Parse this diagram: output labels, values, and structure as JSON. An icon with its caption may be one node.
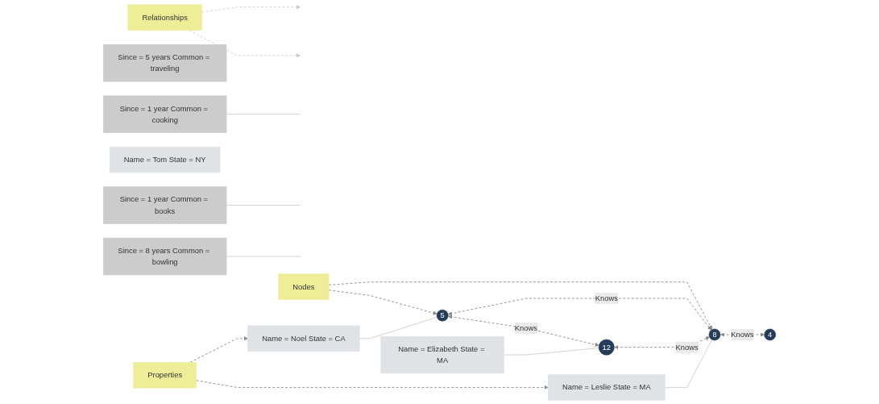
{
  "diagram": {
    "nodes": [
      {
        "text": [
          "Properties"
        ]
      },
      {
        "text": [
          "Name = Leslie State = MA"
        ]
      },
      {
        "text": [
          "Nodes"
        ]
      },
      {
        "text": [
          "Since = 5 years Common = traveling"
        ]
      },
      {
        "text": [
          "Name = Noel State = CA"
        ]
      },
      {
        "text": [
          "5"
        ]
      },
      {
        "text": [
          "8"
        ]
      },
      {
        "text": [
          "Since = 8 years Common = bowling"
        ]
      },
      {
        "text": [
          "12"
        ]
      },
      {
        "text": [
          "4"
        ]
      },
      {
        "text": [
          "Name = Tom State = NY"
        ]
      },
      {
        "text": [
          "Since = 1 year Common = books"
        ]
      },
      {
        "text": [
          "Relationships"
        ]
      },
      {
        "text": [
          "Name = Elizabeth State = MA"
        ]
      },
      {
        "text": [
          "Since = 1 year Common = cooking"
        ]
      }
    ],
    "edges": [
      {
        "from": 0,
        "to": 4,
        "arrow": "to",
        "style": "dashed"
      },
      {
        "from": 0,
        "to": 1,
        "arrow": "to",
        "style": "dashed"
      },
      {
        "from": 2,
        "to": 5,
        "arrow": "to",
        "style": "dashed"
      },
      {
        "from": 2,
        "to": 6,
        "arrow": "to",
        "style": "dashed"
      },
      {
        "from": 5,
        "to": 6,
        "arrow": "both",
        "style": "dashed",
        "label": "Knows"
      },
      {
        "from": 6,
        "to": 9,
        "arrow": "both",
        "style": "dashed",
        "label": "Knows"
      },
      {
        "from": 5,
        "to": 8,
        "arrow": "both",
        "style": "dashed",
        "label": "Knows"
      },
      {
        "from": 8,
        "to": 6,
        "arrow": "both",
        "style": "dashed",
        "label": "Knows"
      },
      {
        "from": 4,
        "to": 5,
        "arrow": "none",
        "color": "#cccccc"
      },
      {
        "from": 1,
        "to": 6,
        "arrow": "none",
        "color": "#cccccc"
      },
      {
        "from": 13,
        "to": 8,
        "arrow": "none",
        "color": "#cccccc"
      },
      {
        "from": 7,
        "to": null,
        "arrow": "none",
        "color": "#cccccc"
      },
      {
        "from": 11,
        "to": null,
        "arrow": "none",
        "color": "#cccccc"
      },
      {
        "from": 14,
        "to": null,
        "arrow": "none",
        "color": "#cccccc"
      },
      {
        "from": 12,
        "to": null,
        "arrow": "to",
        "style": "dashed",
        "color": "#cccccc"
      },
      {
        "from": 12,
        "to": null,
        "arrow": "to",
        "style": "dashed",
        "color": "#cccccc"
      }
    ]
  }
}
